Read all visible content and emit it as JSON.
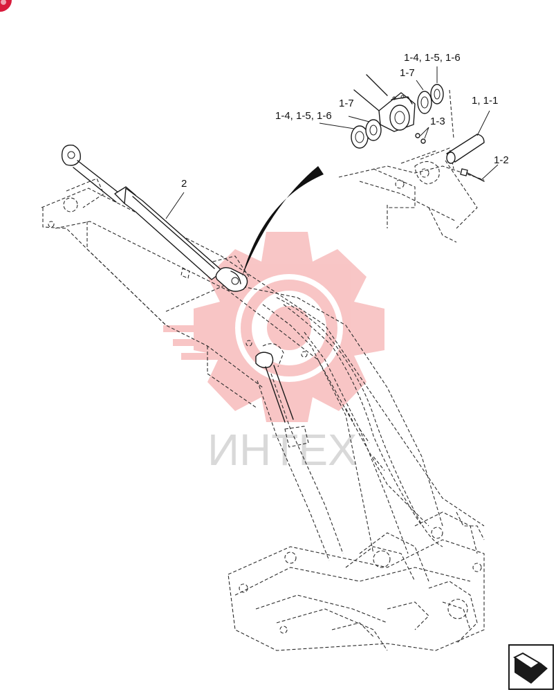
{
  "callouts": [
    {
      "id": "c1",
      "text": "1-4, 1-5, 1-6"
    },
    {
      "id": "c2",
      "text": "1-7"
    },
    {
      "id": "c3",
      "text": "1-7"
    },
    {
      "id": "c4",
      "text": "1-4, 1-5, 1-6"
    },
    {
      "id": "c5",
      "text": "1-3"
    },
    {
      "id": "c6",
      "text": "1, 1-1"
    },
    {
      "id": "c7",
      "text": "1-2"
    },
    {
      "id": "c8",
      "text": "2"
    }
  ],
  "watermark": {
    "text": "ИНТЕХ",
    "color": "#f08080"
  },
  "corner_badge": {
    "color": "#d81b3c"
  },
  "nav_icon": {
    "name": "next-page-arrow-icon"
  }
}
